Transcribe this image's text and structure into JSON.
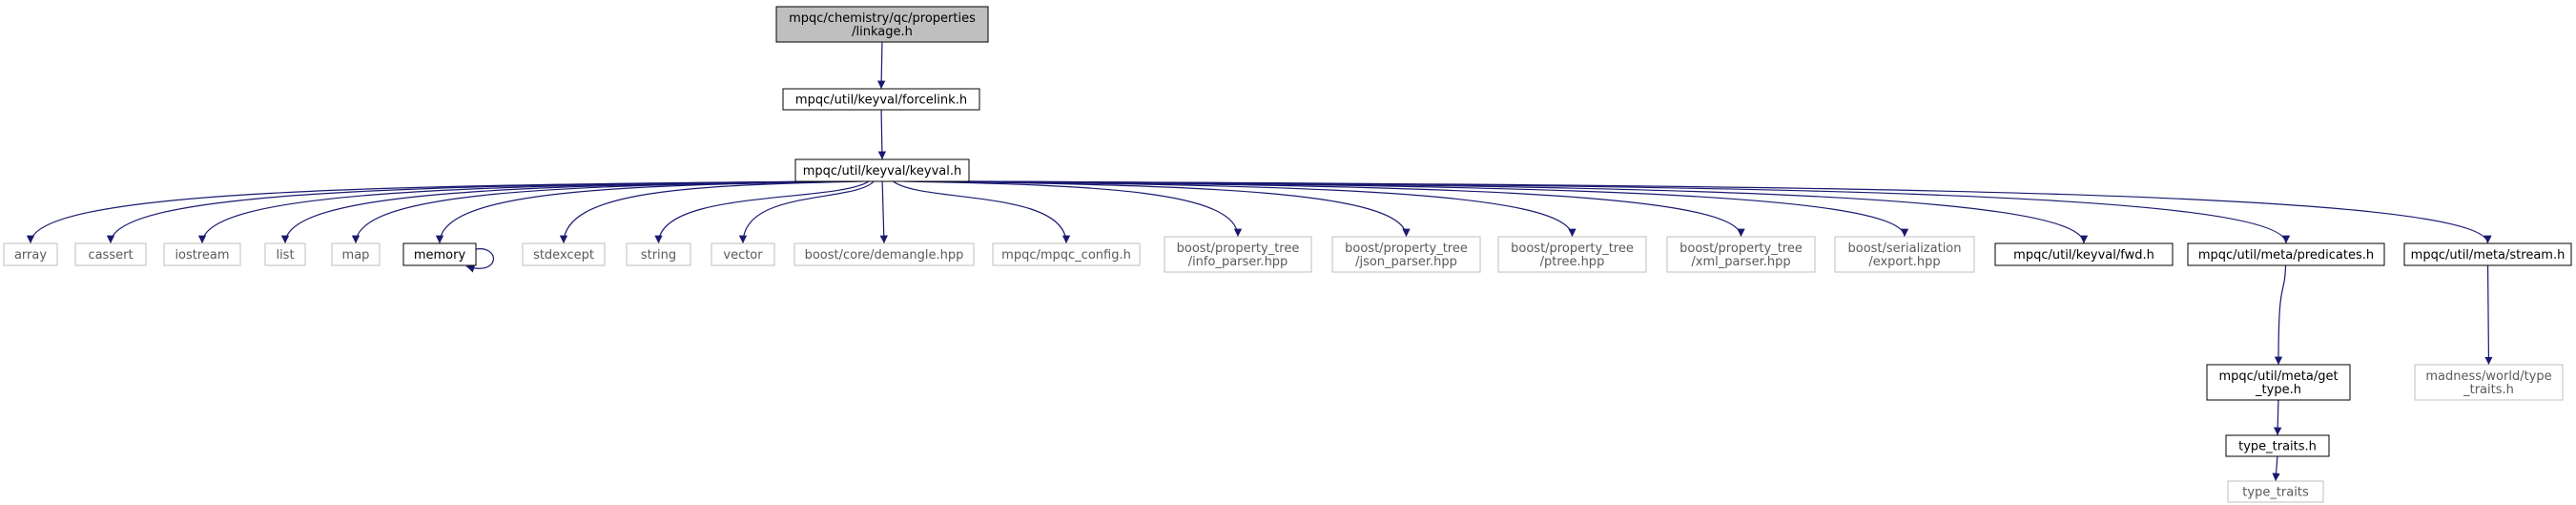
{
  "diagram": {
    "type": "include-dependency-graph",
    "colors": {
      "edge": "#191970",
      "root_fill": "#bfbfbf",
      "root_border": "#000000",
      "node_fill": "#ffffff",
      "node_border": "#000000",
      "external_border": "#bfbfbf",
      "text": "#000000",
      "external_text": "#5a5a5a"
    },
    "nodes": [
      {
        "id": "linkage",
        "lines": [
          "mpqc/chemistry/qc/properties",
          "/linkage.h"
        ],
        "kind": "root"
      },
      {
        "id": "forcelink",
        "lines": [
          "mpqc/util/keyval/forcelink.h"
        ],
        "kind": "file"
      },
      {
        "id": "keyval",
        "lines": [
          "mpqc/util/keyval/keyval.h"
        ],
        "kind": "file"
      },
      {
        "id": "array",
        "lines": [
          "array"
        ],
        "kind": "external"
      },
      {
        "id": "cassert",
        "lines": [
          "cassert"
        ],
        "kind": "external"
      },
      {
        "id": "iostream",
        "lines": [
          "iostream"
        ],
        "kind": "external"
      },
      {
        "id": "list",
        "lines": [
          "list"
        ],
        "kind": "external"
      },
      {
        "id": "map",
        "lines": [
          "map"
        ],
        "kind": "external"
      },
      {
        "id": "memory",
        "lines": [
          "memory"
        ],
        "kind": "file"
      },
      {
        "id": "stdexcept",
        "lines": [
          "stdexcept"
        ],
        "kind": "external"
      },
      {
        "id": "string",
        "lines": [
          "string"
        ],
        "kind": "external"
      },
      {
        "id": "vector",
        "lines": [
          "vector"
        ],
        "kind": "external"
      },
      {
        "id": "demangle",
        "lines": [
          "boost/core/demangle.hpp"
        ],
        "kind": "external"
      },
      {
        "id": "mpqc_config",
        "lines": [
          "mpqc/mpqc_config.h"
        ],
        "kind": "external"
      },
      {
        "id": "info_parser",
        "lines": [
          "boost/property_tree",
          "/info_parser.hpp"
        ],
        "kind": "external"
      },
      {
        "id": "json_parser",
        "lines": [
          "boost/property_tree",
          "/json_parser.hpp"
        ],
        "kind": "external"
      },
      {
        "id": "ptree",
        "lines": [
          "boost/property_tree",
          "/ptree.hpp"
        ],
        "kind": "external"
      },
      {
        "id": "xml_parser",
        "lines": [
          "boost/property_tree",
          "/xml_parser.hpp"
        ],
        "kind": "external"
      },
      {
        "id": "export",
        "lines": [
          "boost/serialization",
          "/export.hpp"
        ],
        "kind": "external"
      },
      {
        "id": "fwd",
        "lines": [
          "mpqc/util/keyval/fwd.h"
        ],
        "kind": "file"
      },
      {
        "id": "predicates",
        "lines": [
          "mpqc/util/meta/predicates.h"
        ],
        "kind": "file"
      },
      {
        "id": "stream",
        "lines": [
          "mpqc/util/meta/stream.h"
        ],
        "kind": "file"
      },
      {
        "id": "get_type",
        "lines": [
          "mpqc/util/meta/get",
          "_type.h"
        ],
        "kind": "file"
      },
      {
        "id": "madness",
        "lines": [
          "madness/world/type",
          "_traits.h"
        ],
        "kind": "external"
      },
      {
        "id": "type_traits_h",
        "lines": [
          "type_traits.h"
        ],
        "kind": "file"
      },
      {
        "id": "type_traits",
        "lines": [
          "type_traits"
        ],
        "kind": "external"
      }
    ],
    "edges": [
      [
        "linkage",
        "forcelink"
      ],
      [
        "forcelink",
        "keyval"
      ],
      [
        "keyval",
        "array"
      ],
      [
        "keyval",
        "cassert"
      ],
      [
        "keyval",
        "iostream"
      ],
      [
        "keyval",
        "list"
      ],
      [
        "keyval",
        "map"
      ],
      [
        "keyval",
        "memory"
      ],
      [
        "memory",
        "memory"
      ],
      [
        "keyval",
        "stdexcept"
      ],
      [
        "keyval",
        "string"
      ],
      [
        "keyval",
        "vector"
      ],
      [
        "keyval",
        "demangle"
      ],
      [
        "keyval",
        "mpqc_config"
      ],
      [
        "keyval",
        "info_parser"
      ],
      [
        "keyval",
        "json_parser"
      ],
      [
        "keyval",
        "ptree"
      ],
      [
        "keyval",
        "xml_parser"
      ],
      [
        "keyval",
        "export"
      ],
      [
        "keyval",
        "fwd"
      ],
      [
        "keyval",
        "predicates"
      ],
      [
        "keyval",
        "stream"
      ],
      [
        "predicates",
        "get_type"
      ],
      [
        "get_type",
        "type_traits_h"
      ],
      [
        "type_traits_h",
        "type_traits"
      ],
      [
        "stream",
        "madness"
      ]
    ]
  }
}
